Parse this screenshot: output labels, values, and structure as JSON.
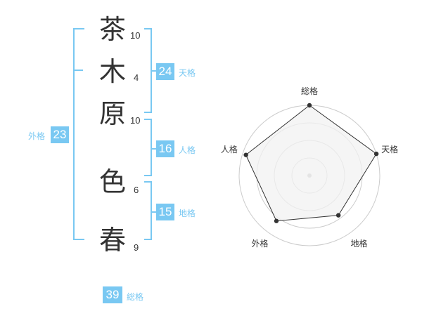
{
  "name_chars": [
    {
      "char": "茶",
      "strokes": "10"
    },
    {
      "char": "木",
      "strokes": "4"
    },
    {
      "char": "原",
      "strokes": "10"
    },
    {
      "char": "色",
      "strokes": "6"
    },
    {
      "char": "春",
      "strokes": "9"
    }
  ],
  "fortunes": {
    "tenkaku": {
      "value": "24",
      "label": "天格"
    },
    "jinkaku": {
      "value": "16",
      "label": "人格"
    },
    "chikaku": {
      "value": "15",
      "label": "地格"
    },
    "gaikaku": {
      "value": "23",
      "label": "外格"
    },
    "soukaku": {
      "value": "39",
      "label": "総格"
    }
  },
  "colors": {
    "accent": "#79c8f2",
    "text": "#333333",
    "fill": "#f2f2f2",
    "grid": "#cccccc"
  },
  "chart_data": {
    "type": "radar",
    "axes": [
      "総格",
      "天格",
      "地格",
      "外格",
      "人格"
    ],
    "values": [
      1.0,
      1.0,
      0.7,
      0.8,
      0.95
    ],
    "rings": 4,
    "grid": true
  }
}
